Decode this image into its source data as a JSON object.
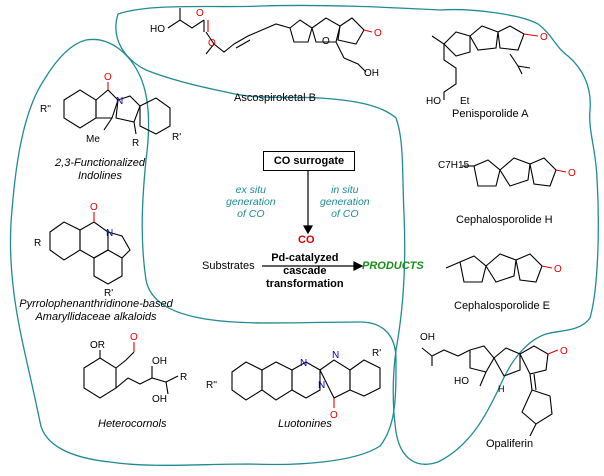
{
  "center": {
    "surrogate_label": "CO surrogate",
    "ex_situ": "ex situ\ngeneration\nof CO",
    "in_situ": "in situ\ngeneration\nof CO",
    "co": "CO",
    "substrates": "Substrates",
    "pd": "Pd-catalyzed\ncascade\ntransformation",
    "products": "PRODUCTS"
  },
  "compounds": {
    "ascospiroketal": "Ascospiroketal B",
    "penisporolide": "Penisporolide A",
    "cephalosporolide_h": "Cephalosporolide H",
    "cephalosporolide_e": "Cephalosporolide E",
    "opaliferin": "Opaliferin",
    "indolines": "2,3-Functionalized\nIndolines",
    "pyrrolo": "Pyrrolophenanthridinone-based\nAmaryllidaceae alkaloids",
    "heterocornols": "Heterocornols",
    "luotonines": "Luotonines"
  },
  "atoms": {
    "ho": "HO",
    "oh": "OH",
    "o": "O",
    "n": "N",
    "et": "Et",
    "c7h15": "C7H15",
    "me": "Me",
    "r": "R",
    "r_prime": "R'",
    "r_dprime": "R''",
    "or": "OR",
    "h": "H"
  },
  "colors": {
    "border": "#1f8b94",
    "carbonyl": "#e00000",
    "nitrogen": "#0000cc",
    "products": "#1a8c1a"
  }
}
